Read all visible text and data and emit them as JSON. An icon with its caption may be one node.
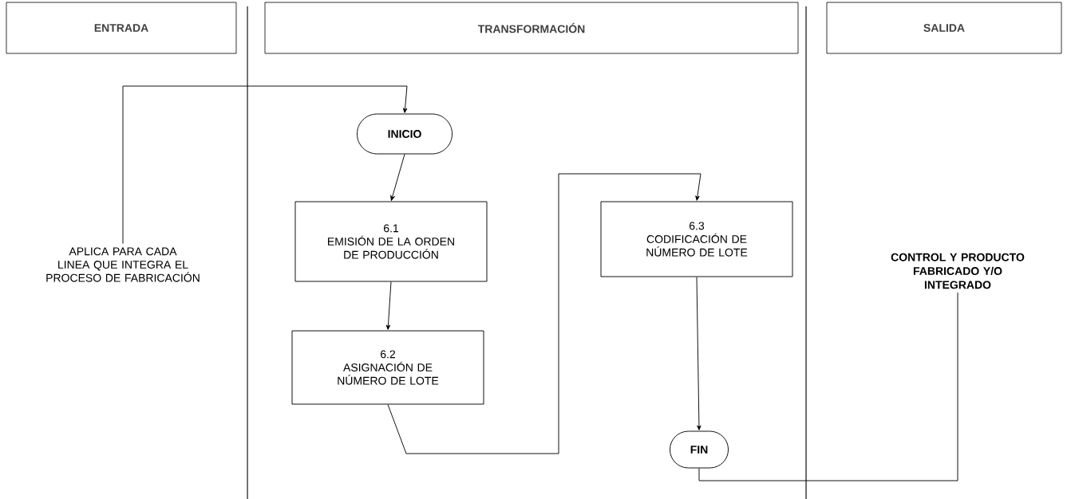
{
  "diagram": {
    "nodes": [
      {
        "text": [
          "ENTRADA"
        ]
      },
      {
        "text": [
          "TRANSFORMACIÓN"
        ]
      },
      {
        "text": [
          "SALIDA"
        ]
      },
      {
        "text": [
          "APLICA PARA CADA LINEA QUE INTEGRA EL PROCESO DE FABRICACIÓN"
        ]
      },
      {
        "text": [
          "INICIO"
        ]
      },
      {
        "text": [
          "6.1",
          "EMISIÓN DE LA ORDEN DE PRODUCCIÓN"
        ]
      },
      {
        "text": [
          "6.2",
          "ASIGNACIÓN DE NÚMERO DE LOTE"
        ]
      },
      {
        "text": [
          "6.3",
          "CODIFICACIÓN DE NÚMERO DE LOTE"
        ]
      },
      {
        "text": [
          "FIN"
        ]
      },
      {
        "text": [
          "CONTROL Y PRODUCTO FABRICADO Y/O INTEGRADO"
        ]
      }
    ],
    "edges": [
      {
        "from": 3,
        "to": 4,
        "arrow": "to"
      },
      {
        "from": 4,
        "to": 5,
        "arrow": "to"
      },
      {
        "from": 5,
        "to": 6,
        "arrow": "to"
      },
      {
        "from": 6,
        "to": 7,
        "arrow": "to"
      },
      {
        "from": 7,
        "to": 8,
        "arrow": "to"
      },
      {
        "from": 8,
        "to": 9,
        "arrow": "none"
      }
    ]
  }
}
